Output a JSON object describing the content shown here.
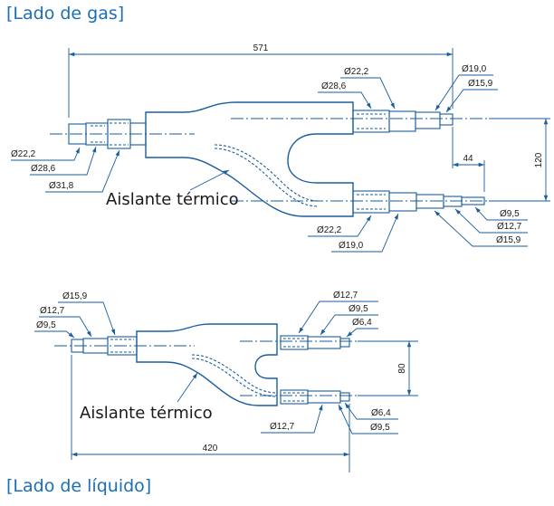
{
  "headings": {
    "gas": "[Lado de gas]",
    "liquid": "[Lado de líquido]"
  },
  "gas": {
    "insulation_label": "Aislante térmico",
    "length": "571",
    "offset_x": "44",
    "offset_y": "120",
    "left": {
      "d1": "Ø22,2",
      "d2": "Ø28,6",
      "d3": "Ø31,8"
    },
    "top_right": {
      "d1": "Ø22,2",
      "d2": "Ø28,6",
      "d3": "Ø19,0",
      "d4": "Ø15,9"
    },
    "bottom_right": {
      "d1": "Ø22,2",
      "d2": "Ø19,0",
      "d3": "Ø9,5",
      "d4": "Ø12,7",
      "d5": "Ø15,9"
    }
  },
  "liquid": {
    "insulation_label": "Aislante térmico",
    "length": "420",
    "offset_y": "80",
    "left": {
      "d1": "Ø15,9",
      "d2": "Ø12,7",
      "d3": "Ø9,5"
    },
    "top_right": {
      "d1": "Ø12,7",
      "d2": "Ø9,5",
      "d3": "Ø6,4"
    },
    "bottom_right": {
      "d1": "Ø12,7",
      "d2": "Ø6,4",
      "d3": "Ø9,5"
    }
  },
  "colors": {
    "line": "#1a5e9e",
    "heading": "#1a6fb5",
    "text": "#1a1a1a"
  }
}
